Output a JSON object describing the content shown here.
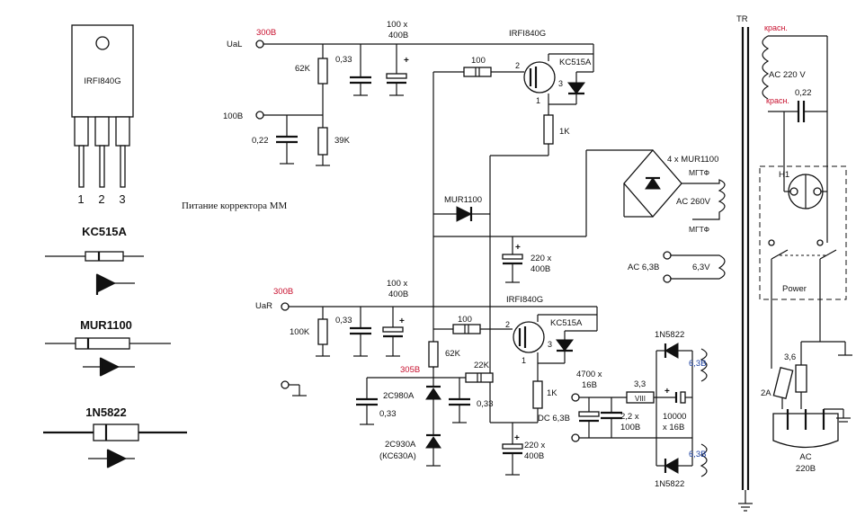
{
  "package": {
    "part": "IRFI840G",
    "pin1": "1",
    "pin2": "2",
    "pin3": "3"
  },
  "legend": {
    "kc515a": "KC515A",
    "mur1100": "MUR1100",
    "n5822": "1N5822"
  },
  "caption": "Питание корректора ММ",
  "left": {
    "ual": "UaL",
    "v300_top": "300В",
    "v100": "100В",
    "c100x400": "100 x",
    "c100x400b": "400В",
    "r62k": "62K",
    "c033": "0,33",
    "c022": "0,22",
    "r39k": "39K",
    "r100": "100",
    "mosfet": "IRFI840G",
    "zener": "KC515A",
    "p1": "1",
    "p2": "2",
    "p3": "3",
    "r1k": "1K"
  },
  "mid": {
    "mur1100": "MUR1100",
    "c220x400": "220 x",
    "c220x400b": "400В",
    "bridge": "4 x MUR1100",
    "mgtf1": "МГТФ",
    "ac260": "AC  260V",
    "mgtf2": "МГТФ",
    "ac63": "AC 6,3В",
    "v63": "6,3V"
  },
  "right_ch": {
    "uar": "UaR",
    "v300": "300В",
    "c100x400": "100 x",
    "c100x400b": "400В",
    "r100k": "100K",
    "c033": "0,33",
    "r100": "100",
    "mosfet": "IRFI840G",
    "zener": "KC515A",
    "p1": "1",
    "p2": "2",
    "p3": "3",
    "r62k": "62K",
    "v305": "305В",
    "r22k": "22K",
    "c033b": "0,33",
    "z2c980": "2С980А",
    "c033c": "0,33",
    "r1k": "1K",
    "dc63": "DC 6,3В",
    "z2c930": "2С930А",
    "zkc630": "(КС630А)",
    "c220x400": "220 x",
    "c220x400b": "400В"
  },
  "heater": {
    "d1": "1N5822",
    "d2": "1N5822",
    "v63a": "6,3В",
    "v63b": "6,3В",
    "c4700": "4700 x",
    "c4700b": "16В",
    "r33": "3,3",
    "r33box": "VIII",
    "c22": "2,2 x",
    "c22b": "100В",
    "c10000": "10000",
    "c10000b": "x 16В"
  },
  "transformer": {
    "tr": "TR",
    "krasn1": "красн.",
    "ac220": "AC 220 V",
    "c022": "0,22",
    "krasn2": "красн.",
    "h1": "H1",
    "power": "Power",
    "fuse": "2A",
    "r36": "3,6",
    "ac": "AC",
    "ac220v": "220В"
  },
  "colors": {
    "wire": "#111111",
    "voltage_red": "#c8102e",
    "winding_blue": "#1a3fa0"
  }
}
